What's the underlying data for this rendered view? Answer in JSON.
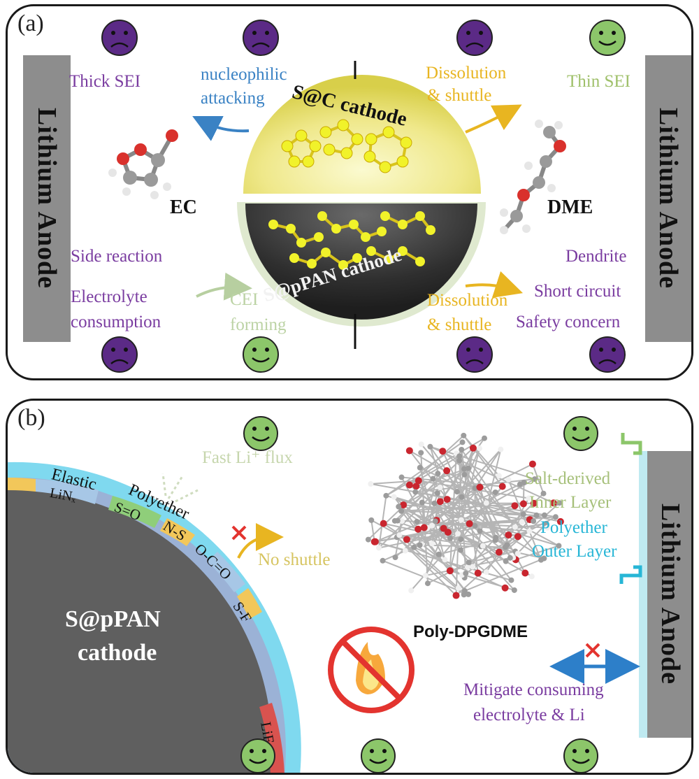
{
  "panel_a": {
    "label": "(a)",
    "anode_left": "Lithium Anode",
    "anode_right": "Lithium Anode",
    "thick_sei": "Thick SEI",
    "nucleophilic_1": "nucleophilic",
    "nucleophilic_2": "attacking",
    "dissolution_top_1": "Dissolution",
    "dissolution_top_2": "& shuttle",
    "thin_sei": "Thin SEI",
    "sc_cathode": "S@C cathode",
    "ec": "EC",
    "dme": "DME",
    "side_reaction": "Side reaction",
    "electrolyte_1": "Electrolyte",
    "electrolyte_2": "consumption",
    "cei_1": "CEI",
    "cei_2": "forming",
    "span_cathode": "S@pPAN cathode",
    "dissolution_bottom_1": "Dissolution",
    "dissolution_bottom_2": "& shuttle",
    "dendrite": "Dendrite",
    "short_circuit": "Short circuit",
    "safety": "Safety concern"
  },
  "panel_b": {
    "label": "(b)",
    "elastic": "Elastic",
    "polyether": "Polyether",
    "lin": "LiNₓ",
    "s_o": "S=O",
    "n_s": "N-S",
    "o_c_o": "O-C=O",
    "s_f": "S-F",
    "lif": "LiF",
    "fast_flux": "Fast Li⁺ flux",
    "no_shuttle": "No shuttle",
    "cathode_1": "S@pPAN",
    "cathode_2": "cathode",
    "poly": "Poly-DPGDME",
    "salt_1": "Salt-derived",
    "salt_2": "Inner Layer",
    "outer_1": "Polyether",
    "outer_2": "Outer Layer",
    "mitigate_1": "Mitigate consuming",
    "mitigate_2": "electrolyte & Li",
    "anode": "Lithium Anode"
  },
  "colors": {
    "sad_face": "#5b2a86",
    "happy_face": "#8cc66a",
    "cathode_sulfur": "#efe88a",
    "cathode_dark": "#3a3a3a",
    "polyether_layer": "#7fd9ef",
    "anode_gray": "#8d8d8d"
  }
}
